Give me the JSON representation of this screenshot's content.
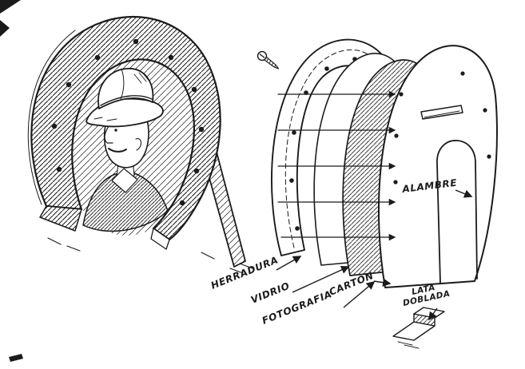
{
  "figure": {
    "labels": {
      "herradura": "HERRADURA",
      "vidrio": "VIDRIO",
      "fotografia": "FOTOGRAFIA",
      "carton": "CARTON",
      "alambre": "ALAMBRE",
      "lata_line1": "LATA",
      "lata_line2": "DOBLADA"
    },
    "colors": {
      "ink": "#1b1b1b",
      "paper": "#ffffff"
    }
  }
}
